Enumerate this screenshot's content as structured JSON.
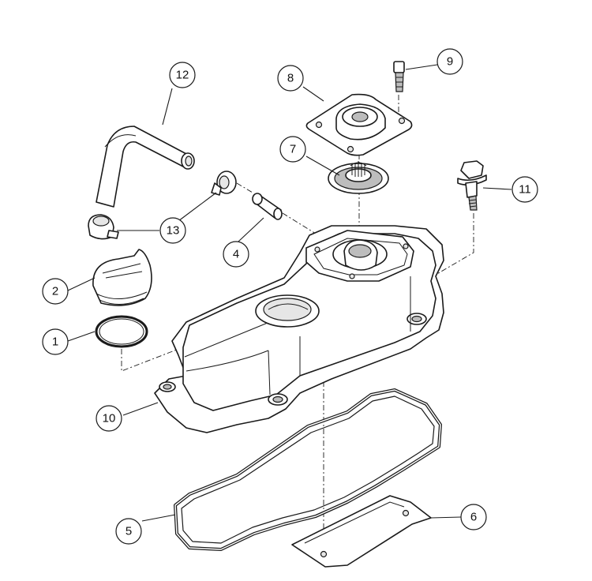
{
  "callouts": [
    {
      "id": "1",
      "label": "1"
    },
    {
      "id": "2",
      "label": "2"
    },
    {
      "id": "4",
      "label": "4"
    },
    {
      "id": "5",
      "label": "5"
    },
    {
      "id": "6",
      "label": "6"
    },
    {
      "id": "7",
      "label": "7"
    },
    {
      "id": "8",
      "label": "8"
    },
    {
      "id": "9",
      "label": "9"
    },
    {
      "id": "10",
      "label": "10"
    },
    {
      "id": "11",
      "label": "11"
    },
    {
      "id": "12",
      "label": "12"
    },
    {
      "id": "13",
      "label": "13"
    }
  ]
}
